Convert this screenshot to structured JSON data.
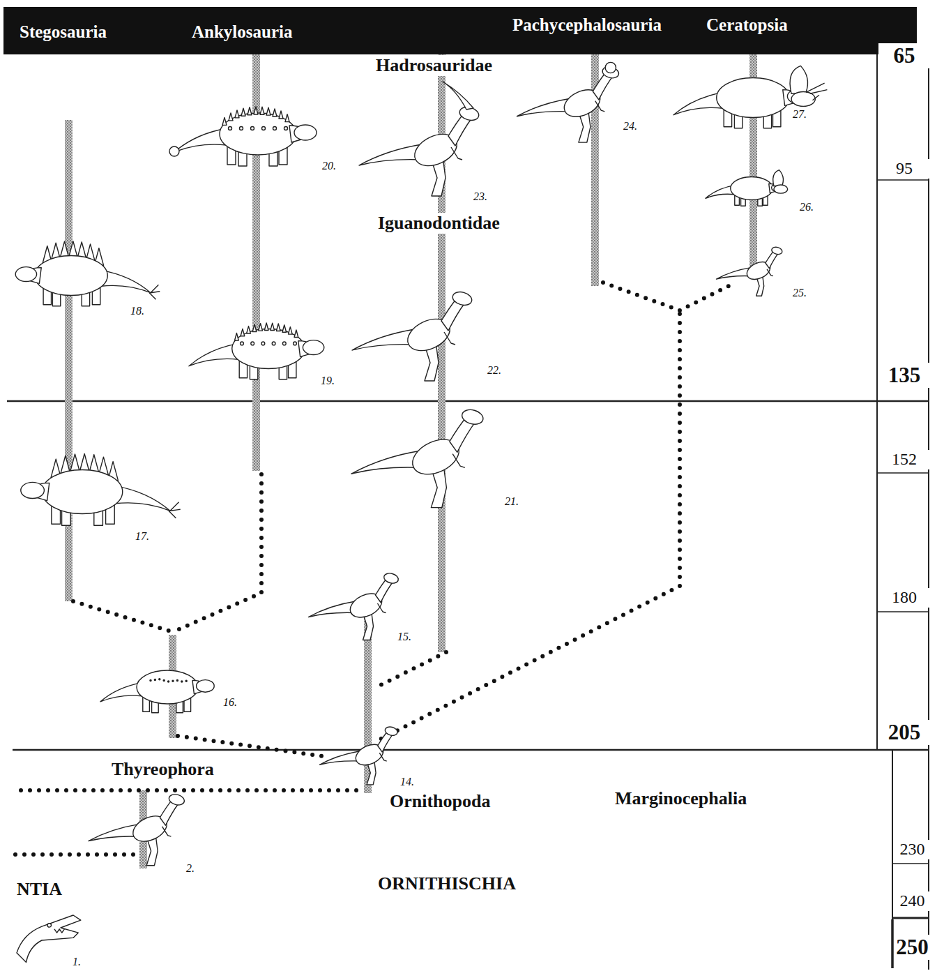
{
  "diagram": {
    "nodes": [
      {
        "text": [
          "Stegosauria",
          "Ankylosauria",
          "Pachycephalosauria",
          "Ceratopsia"
        ]
      }
    ],
    "labels": [
      "Hadrosauridae",
      "Iguanodontidae",
      "Thyreophora",
      "Ornithopoda",
      "Marginocephalia",
      "ORNITHISCHIA",
      "NTIA",
      "1.",
      "2.",
      "14.",
      "15.",
      "16.",
      "17.",
      "18.",
      "19.",
      "20.",
      "21.",
      "22.",
      "23.",
      "24.",
      "25.",
      "26.",
      "27.",
      "65",
      "95",
      "135",
      "152",
      "180",
      "205",
      "230",
      "240",
      "250"
    ]
  }
}
